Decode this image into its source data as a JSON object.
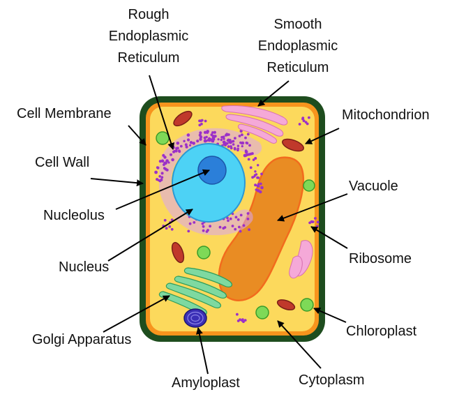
{
  "labels": {
    "rough_er": [
      "Rough",
      "Endoplasmic",
      "Reticulum"
    ],
    "smooth_er": [
      "Smooth",
      "Endoplasmic",
      "Reticulum"
    ],
    "cell_membrane": "Cell Membrane",
    "mitochondrion": "Mitochondrion",
    "cell_wall": "Cell Wall",
    "vacuole": "Vacuole",
    "nucleolus": "Nucleolus",
    "ribosome": "Ribosome",
    "nucleus": "Nucleus",
    "chloroplast": "Chloroplast",
    "golgi_apparatus": "Golgi Apparatus",
    "cytoplasm": "Cytoplasm",
    "amyloplast": "Amyloplast"
  },
  "colors": {
    "cell_wall": "#1e4d1e",
    "membrane": "#f7941d",
    "cytoplasm": "#fcd95c",
    "nucleus": "#4dd2f5",
    "nucleolus": "#2b7fd9",
    "rough_er_dots": "#9b30c8",
    "smooth_er": "#f5a9d8",
    "mitochondrion": "#c0392b",
    "vacuole": "#e98c23",
    "golgi": "#7ed9a0",
    "chloroplast": "#7ed957",
    "amyloplast": "#3a2fb5"
  }
}
